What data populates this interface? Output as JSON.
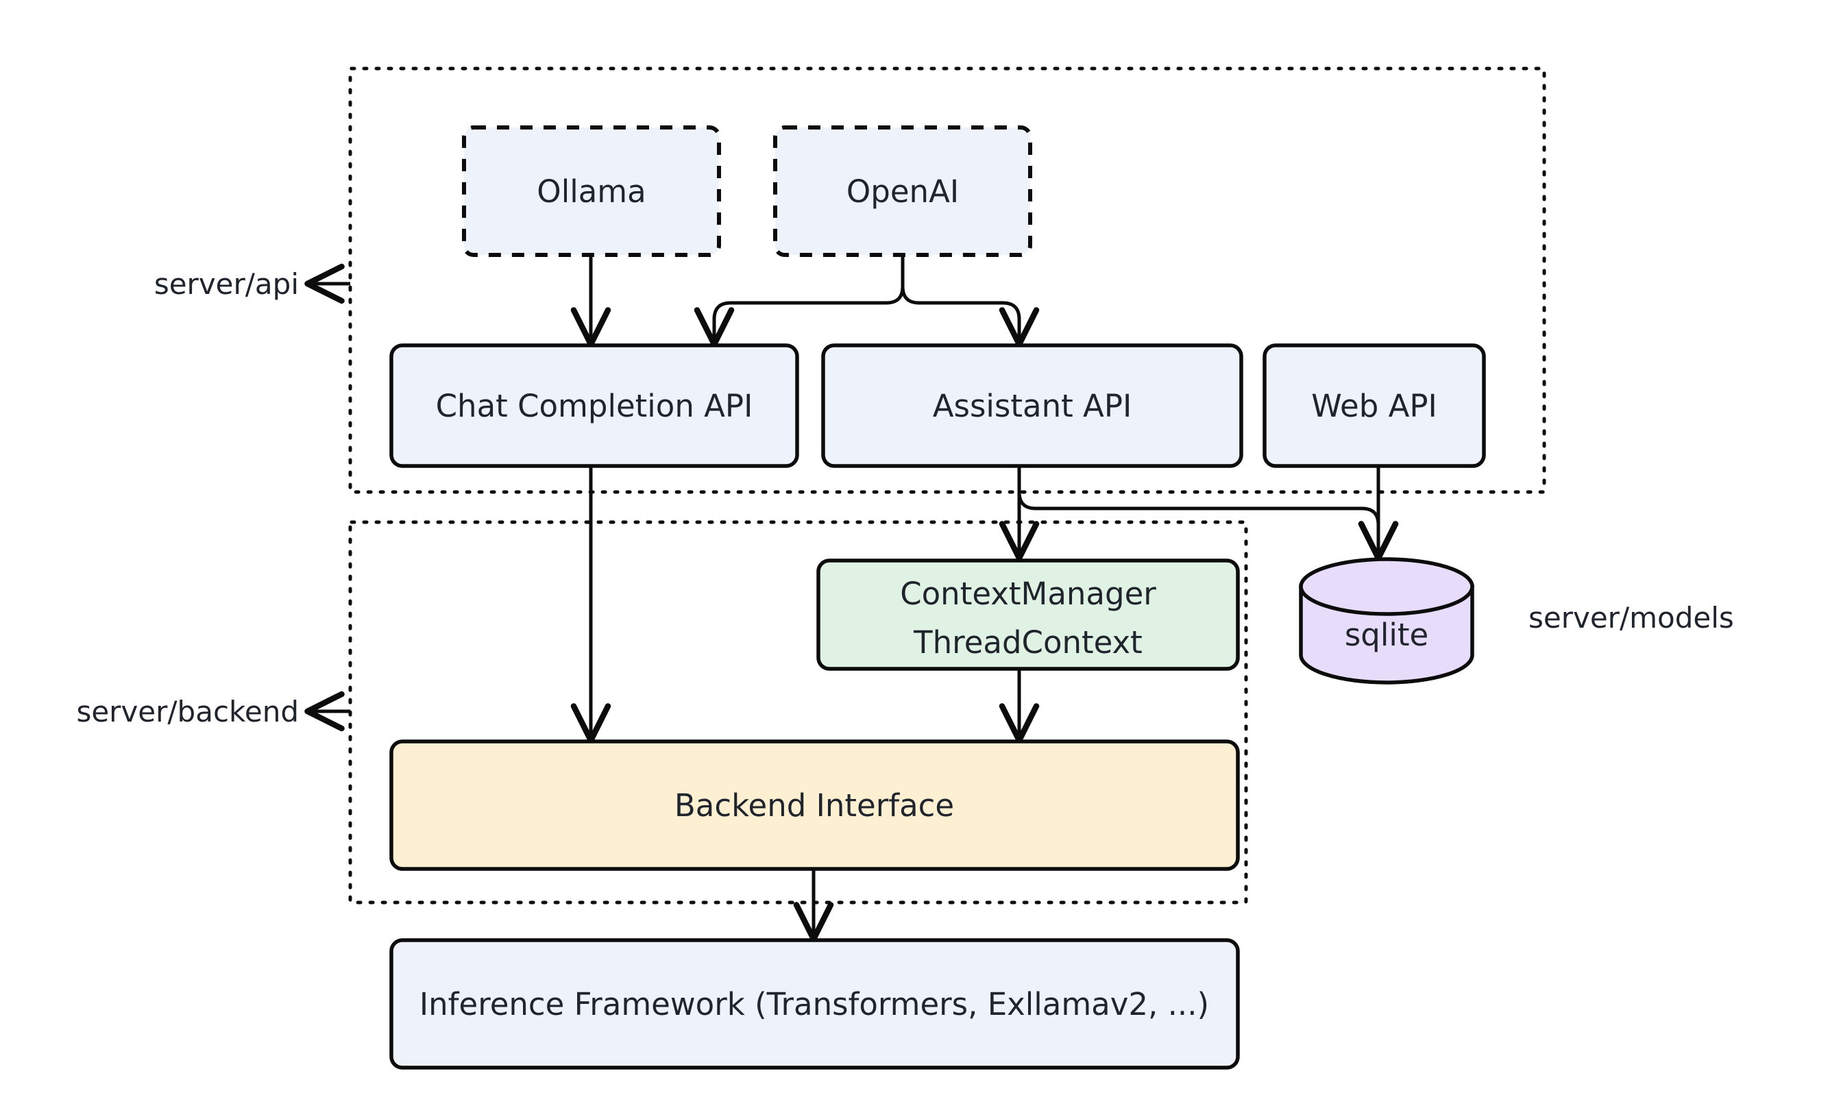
{
  "diagram": {
    "type": "architecture-flowchart",
    "background_color": "#ffffff",
    "line_color": "#0c0c0c",
    "text_color": "#20242c",
    "clusters": [
      {
        "id": "cluster-api",
        "label": "server/api",
        "style": "dotted-rectangle",
        "label_position": "left-outside",
        "has_arrow_to_cluster": true
      },
      {
        "id": "cluster-backend",
        "label": "server/backend",
        "style": "dotted-rectangle",
        "label_position": "left-outside",
        "has_arrow_to_cluster": true
      }
    ],
    "standalone_labels": [
      {
        "id": "label-models",
        "text": "server/models"
      }
    ],
    "nodes": [
      {
        "id": "ollama",
        "label": "Ollama",
        "shape": "rounded-rect",
        "border": "dashed",
        "fill": "#eef2fb",
        "cluster": "cluster-api"
      },
      {
        "id": "openai",
        "label": "OpenAI",
        "shape": "rounded-rect",
        "border": "dashed",
        "fill": "#eef2fb",
        "cluster": "cluster-api"
      },
      {
        "id": "chat-completion-api",
        "label": "Chat Completion API",
        "shape": "rounded-rect",
        "border": "solid",
        "fill": "#eef2fb",
        "cluster": "cluster-api"
      },
      {
        "id": "assistant-api",
        "label": "Assistant API",
        "shape": "rounded-rect",
        "border": "solid",
        "fill": "#eef2fb",
        "cluster": "cluster-api"
      },
      {
        "id": "web-api",
        "label": "Web API",
        "shape": "rounded-rect",
        "border": "solid",
        "fill": "#eef2fb",
        "cluster": "cluster-api"
      },
      {
        "id": "context-manager",
        "label_line_1": "ContextManager",
        "label_line_2": "ThreadContext",
        "shape": "rounded-rect",
        "border": "solid",
        "fill": "#dff2e3",
        "cluster": "cluster-backend"
      },
      {
        "id": "sqlite",
        "label": "sqlite",
        "shape": "cylinder",
        "border": "solid",
        "fill": "#e8dcfb",
        "cluster": "none"
      },
      {
        "id": "backend-interface",
        "label": "Backend Interface",
        "shape": "rounded-rect",
        "border": "solid",
        "fill": "#fcefd2",
        "cluster": "cluster-backend"
      },
      {
        "id": "inference-framework",
        "label": "Inference Framework (Transformers, Exllamav2, ...)",
        "shape": "rounded-rect",
        "border": "solid",
        "fill": "#eef2fb",
        "cluster": "none"
      }
    ],
    "edges": [
      {
        "from": "ollama",
        "to": "chat-completion-api",
        "arrow": "end"
      },
      {
        "from": "openai",
        "to": "chat-completion-api",
        "arrow": "end"
      },
      {
        "from": "openai",
        "to": "assistant-api",
        "arrow": "end"
      },
      {
        "from": "chat-completion-api",
        "to": "backend-interface",
        "arrow": "end"
      },
      {
        "from": "assistant-api",
        "to": "context-manager",
        "arrow": "end"
      },
      {
        "from": "assistant-api",
        "to": "sqlite",
        "arrow": "end"
      },
      {
        "from": "web-api",
        "to": "sqlite",
        "arrow": "end"
      },
      {
        "from": "context-manager",
        "to": "backend-interface",
        "arrow": "end"
      },
      {
        "from": "backend-interface",
        "to": "inference-framework",
        "arrow": "end"
      }
    ]
  }
}
